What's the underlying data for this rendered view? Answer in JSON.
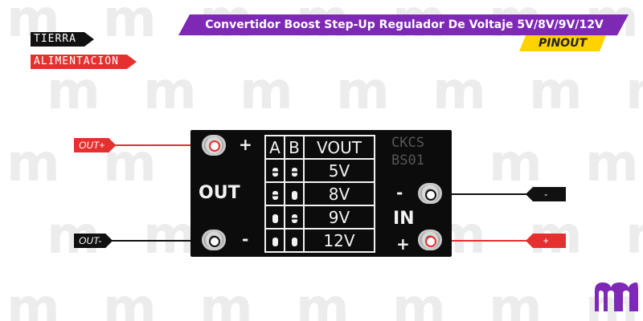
{
  "header": {
    "title": "Convertidor Boost  Step-Up Regulador De Voltaje 5V/8V/9V/12V",
    "badge": "PINOUT"
  },
  "legend": {
    "ground": "TIERRA",
    "power": "ALIMENTACIÓN"
  },
  "watermark_letter": "m",
  "board": {
    "left_label": "OUT",
    "right_label": "IN",
    "plus": "+",
    "minus": "-",
    "silk_top": "CKCS",
    "silk_bottom": "BS01",
    "table": {
      "headers": [
        "A",
        "B",
        "VOUT"
      ],
      "rows": [
        {
          "a": "split",
          "b": "split",
          "vout": "5V"
        },
        {
          "a": "split",
          "b": "solid",
          "vout": "8V"
        },
        {
          "a": "solid",
          "b": "split",
          "vout": "9V"
        },
        {
          "a": "solid",
          "b": "solid",
          "vout": "12V"
        }
      ]
    }
  },
  "pins": {
    "out_plus": "OUT+",
    "out_minus": "OUT-",
    "in_minus": "-",
    "in_plus": "+"
  },
  "colors": {
    "purple": "#7e29b6",
    "yellow": "#ffd200",
    "red": "#e5302f",
    "black": "#111111"
  }
}
